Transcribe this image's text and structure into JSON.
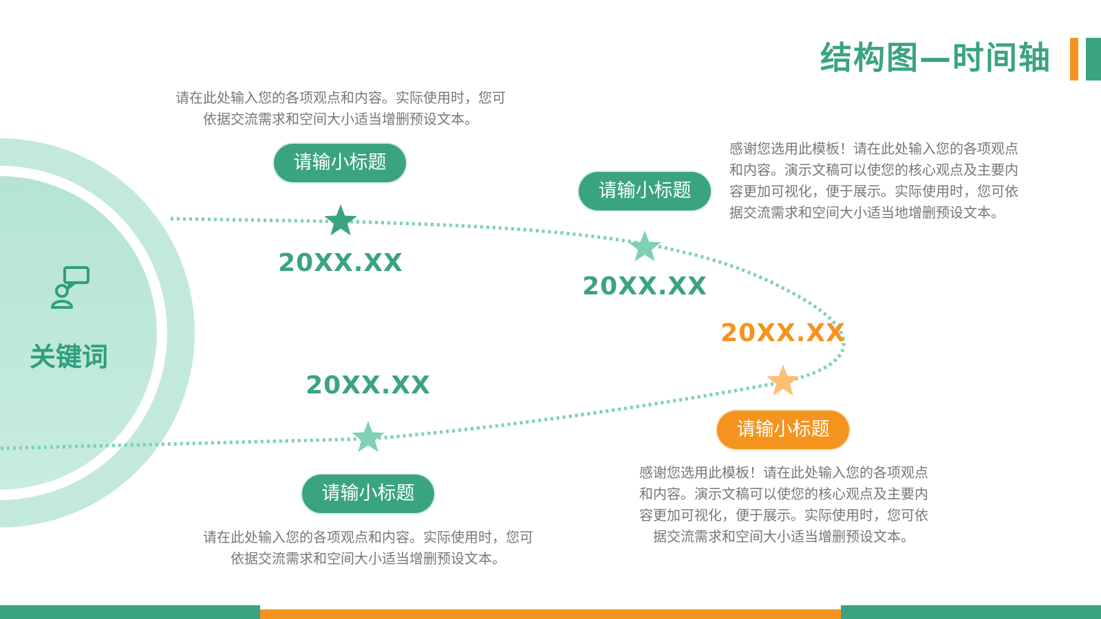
{
  "title": "结构图—时间轴",
  "colors": {
    "green": "#3aa382",
    "light_green": "#7ed0b4",
    "orange": "#f5931f",
    "light_orange": "#fbbf74",
    "text_gray": "#777777"
  },
  "center": {
    "icon": "user-chat-icon",
    "keyword": "关键词"
  },
  "items": [
    {
      "heading": "请输小标题",
      "date": "20XX.XX",
      "text": "请在此处输入您的各项观点和内容。实际使用时，您可依据交流需求和空间大小适当增删预设文本。",
      "text_line1": "请在此处输入您的各项观点和内容。实际使用时，您可",
      "text_line2": "依据交流需求和空间大小适当增删预设文本。"
    },
    {
      "heading": "请输小标题",
      "date": "20XX.XX",
      "text": "感谢您选用此模板！请在此处输入您的各项观点和内容。演示文稿可以使您的核心观点及主要内容更加可视化，便于展示。实际使用时，您可依据交流需求和空间大小适当地增删预设文本。"
    },
    {
      "heading": "请输小标题",
      "date": "20XX.XX",
      "text": "感谢您选用此模板！请在此处输入您的各项观点和内容。演示文稿可以使您的核心观点及主要内容更加可视化，便于展示。实际使用时，您可依据交流需求和空间大小适当增删预设文本。"
    },
    {
      "heading": "请输小标题",
      "date": "20XX.XX",
      "text": "请在此处输入您的各项观点和内容。实际使用时，您可依据交流需求和空间大小适当增删预设文本。",
      "text_line1": "请在此处输入您的各项观点和内容。实际使用时，您可",
      "text_line2": "依据交流需求和空间大小适当增删预设文本。"
    }
  ]
}
